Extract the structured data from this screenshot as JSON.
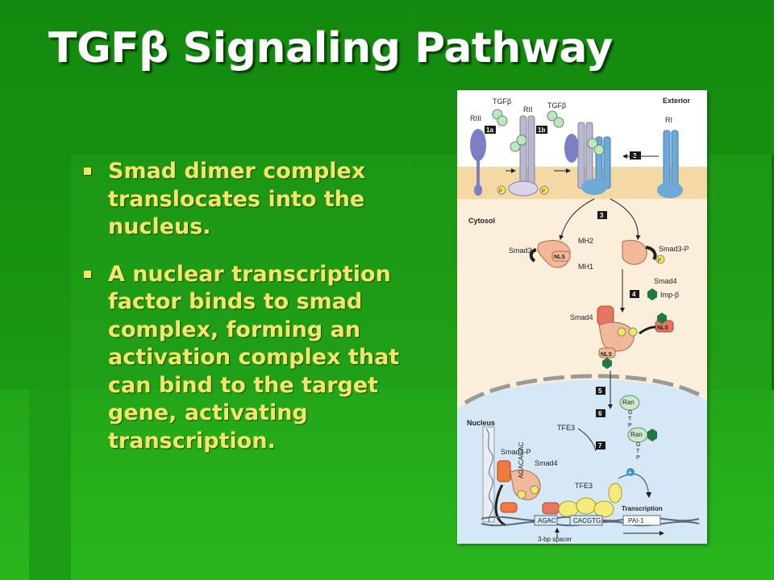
{
  "slide": {
    "title": "TGFβ Signaling Pathway",
    "bullets": [
      "Smad dimer complex translocates into the nucleus.",
      "A nuclear transcription factor binds to smad complex, forming an activation complex that can bind to the target gene, activating transcription."
    ]
  },
  "figure": {
    "compartments": {
      "exterior": "Exterior",
      "cytosol": "Cytosol",
      "nucleus": "Nucleus"
    },
    "labels": {
      "riii": "RIII",
      "tgfb1": "TGFβ",
      "rii": "RII",
      "tgfb2": "TGFβ",
      "ri": "RI",
      "mh2": "MH2",
      "mh1": "MH1",
      "smad3": "Smad3",
      "smad3p": "Smad3-P",
      "nls1": "NLS",
      "smad4a": "Smad4",
      "impb": "Imp-β",
      "smad4b": "Smad4",
      "nls2": "NLS",
      "nls3": "NLS",
      "ran1": "Ran",
      "ran1g": "G",
      "ran1t": "T",
      "ran1p": "P",
      "ran2": "Ran",
      "ran2g": "G",
      "ran2t": "T",
      "ran2p": "P",
      "tfe3a": "TFE3",
      "smad3p_n": "Smad3-P",
      "smad4_n": "Smad4",
      "tfe3b": "TFE3",
      "dna_seq": "AGACAGAC",
      "agac": "AGAC",
      "cacgtg": "CACGTG",
      "transcription": "Transcription",
      "pai1": "PAI-1",
      "spacer": "3-bp spacer",
      "p": "P",
      "plus": "+"
    },
    "steps": [
      "1a",
      "1b",
      "2",
      "3",
      "4",
      "5",
      "6",
      "7"
    ],
    "colors": {
      "exterior_bg": "#ffffff",
      "membrane": "#f4d9a4",
      "cytosol_bg": "#fbeedb",
      "nucleus_bg": "#d6e8f6",
      "receptor_rii": "#b8b8cf",
      "receptor_ri": "#6fa9d8",
      "riii": "#7c7fc4",
      "ligand": "#bfe6c4",
      "smad": "#f1b99a",
      "smad4": "#e87560",
      "phosphate": "#f6e85a",
      "tfe3": "#f3ec7a",
      "ran": "#cfe9cf",
      "impb": "#1f7a42",
      "step_box": "#1a1a1a"
    }
  }
}
